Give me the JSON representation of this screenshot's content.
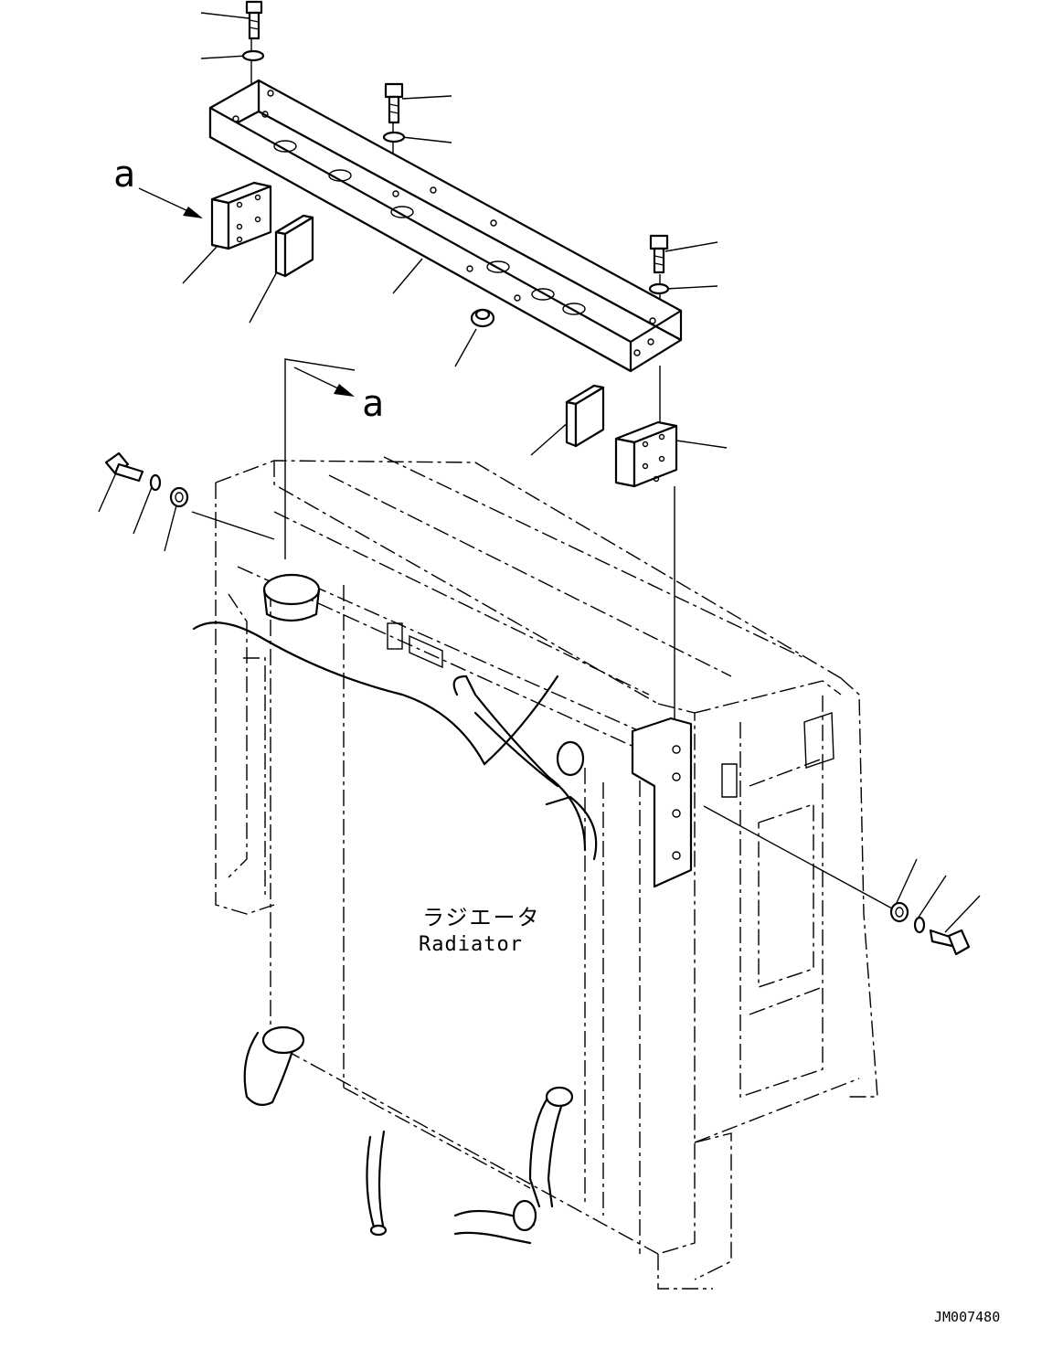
{
  "view_labels": {
    "view_a_top": "a",
    "view_a_arrow": "a"
  },
  "radiator": {
    "label_jp": "ラジエータ",
    "label_en": "Radiator"
  },
  "drawing_number": "JM007480"
}
